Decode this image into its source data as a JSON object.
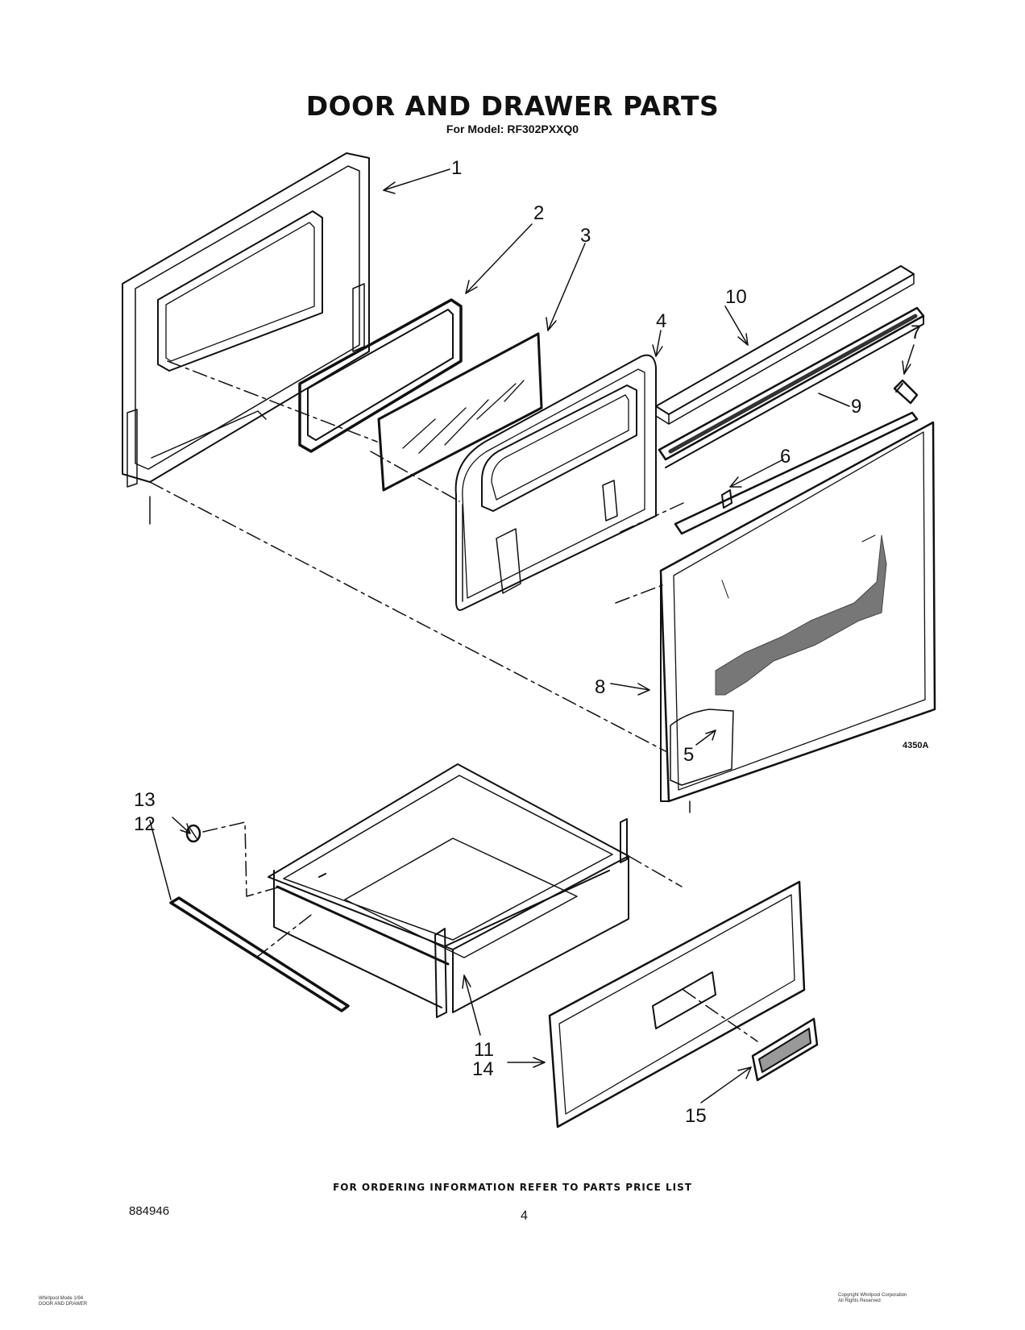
{
  "title": "DOOR AND DRAWER PARTS",
  "subtitle": "For Model: RF302PXXQ0",
  "art_code": "4350A",
  "callouts": [
    {
      "id": "1",
      "label": "1"
    },
    {
      "id": "2",
      "label": "2"
    },
    {
      "id": "3",
      "label": "3"
    },
    {
      "id": "4",
      "label": "4"
    },
    {
      "id": "5",
      "label": "5"
    },
    {
      "id": "6",
      "label": "6"
    },
    {
      "id": "7",
      "label": "7"
    },
    {
      "id": "8",
      "label": "8"
    },
    {
      "id": "9",
      "label": "9"
    },
    {
      "id": "10",
      "label": "10"
    },
    {
      "id": "11",
      "label": "11"
    },
    {
      "id": "12",
      "label": "12"
    },
    {
      "id": "13",
      "label": "13"
    },
    {
      "id": "14",
      "label": "14"
    },
    {
      "id": "15",
      "label": "15"
    }
  ],
  "footer": {
    "ordering_note": "FOR ORDERING INFORMATION REFER TO PARTS PRICE LIST",
    "document_number": "884946",
    "page_number": "4",
    "fine_print_left": [
      "Whirlpool Mode 1/94",
      "DOOR AND DRAWER"
    ],
    "fine_print_right": [
      "Copyright Whirlpool Corporation",
      "All Rights Reserved"
    ]
  }
}
